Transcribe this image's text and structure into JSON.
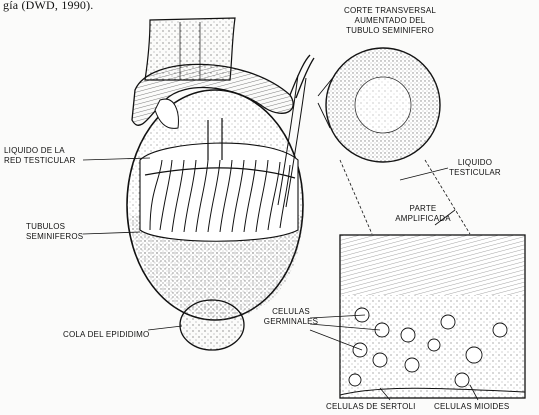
{
  "caption_fragment": "gía (DWD, 1990).",
  "labels": {
    "cross_section_l1": "CORTE TRANSVERSAL",
    "cross_section_l2": "AUMENTADO DEL",
    "cross_section_l3": "TUBULO SEMINIFERO",
    "rete_fluid_l1": "LIQUIDO DE LA",
    "rete_fluid_l2": "RED TESTICULAR",
    "testicular_fluid_l1": "LIQUIDO",
    "testicular_fluid_l2": "TESTICULAR",
    "tubules_l1": "TUBULOS",
    "tubules_l2": "SEMINIFEROS",
    "amplified_l1": "PARTE",
    "amplified_l2": "AMPLIFICADA",
    "germinal_l1": "CELULAS",
    "germinal_l2": "GERMINALES",
    "epididymis_tail": "COLA DEL EPIDIDIMO",
    "sertoli": "CELULAS DE SERTOLI",
    "myoid": "CELULAS MIOIDES"
  }
}
